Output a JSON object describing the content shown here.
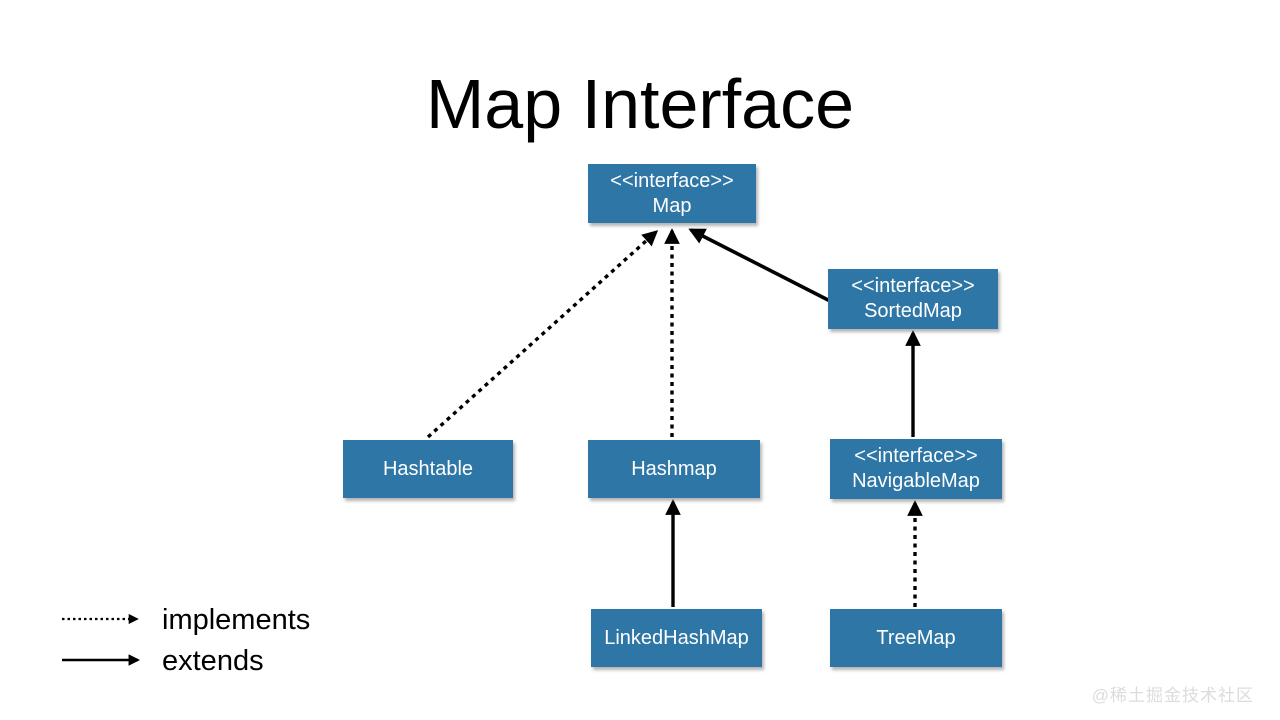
{
  "title": "Map Interface",
  "nodes": {
    "map": {
      "stereotype": "<<interface>>",
      "name": "Map"
    },
    "sortedmap": {
      "stereotype": "<<interface>>",
      "name": "SortedMap"
    },
    "hashtable": {
      "name": "Hashtable"
    },
    "hashmap": {
      "name": "Hashmap"
    },
    "navigablemap": {
      "stereotype": "<<interface>>",
      "name": "NavigableMap"
    },
    "linkedhashmap": {
      "name": "LinkedHashMap"
    },
    "treemap": {
      "name": "TreeMap"
    }
  },
  "edges": [
    {
      "from": "Hashtable",
      "to": "Map",
      "type": "implements"
    },
    {
      "from": "Hashmap",
      "to": "Map",
      "type": "implements"
    },
    {
      "from": "SortedMap",
      "to": "Map",
      "type": "extends"
    },
    {
      "from": "NavigableMap",
      "to": "SortedMap",
      "type": "extends"
    },
    {
      "from": "TreeMap",
      "to": "NavigableMap",
      "type": "implements"
    },
    {
      "from": "LinkedHashMap",
      "to": "Hashmap",
      "type": "extends"
    }
  ],
  "legend": {
    "implements_label": "implements",
    "extends_label": "extends"
  },
  "watermark": "@稀土掘金技术社区",
  "colors": {
    "node_fill": "#2E76A6",
    "node_text": "#FFFFFF",
    "arrow": "#000000",
    "title_text": "#000000",
    "watermark_text": "#DCDCDC",
    "background": "#FFFFFF"
  }
}
